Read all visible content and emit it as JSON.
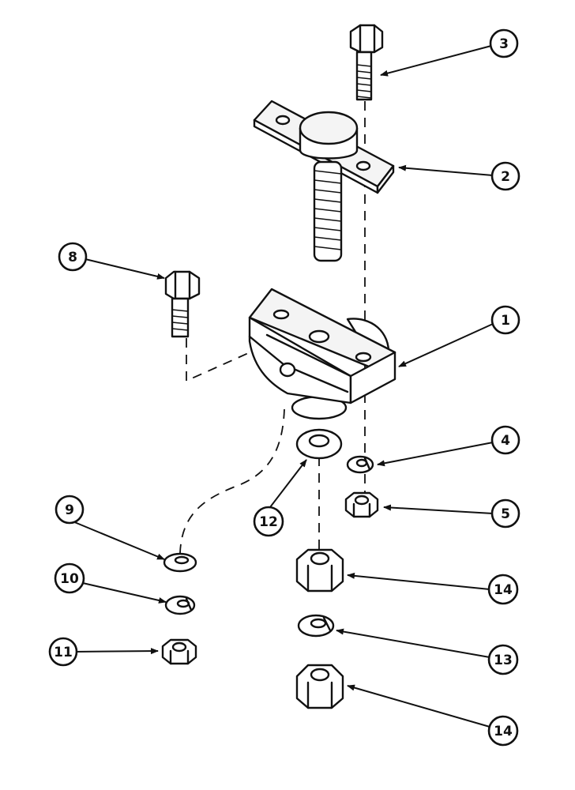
{
  "diagram": {
    "callouts": [
      {
        "id": "c3",
        "label": "3"
      },
      {
        "id": "c2",
        "label": "2"
      },
      {
        "id": "c8",
        "label": "8"
      },
      {
        "id": "c1",
        "label": "1"
      },
      {
        "id": "c4",
        "label": "4"
      },
      {
        "id": "c5",
        "label": "5"
      },
      {
        "id": "c9",
        "label": "9"
      },
      {
        "id": "c12",
        "label": "12"
      },
      {
        "id": "c10",
        "label": "10"
      },
      {
        "id": "c14a",
        "label": "14"
      },
      {
        "id": "c11",
        "label": "11"
      },
      {
        "id": "c13",
        "label": "13"
      },
      {
        "id": "c14b",
        "label": "14"
      }
    ]
  }
}
